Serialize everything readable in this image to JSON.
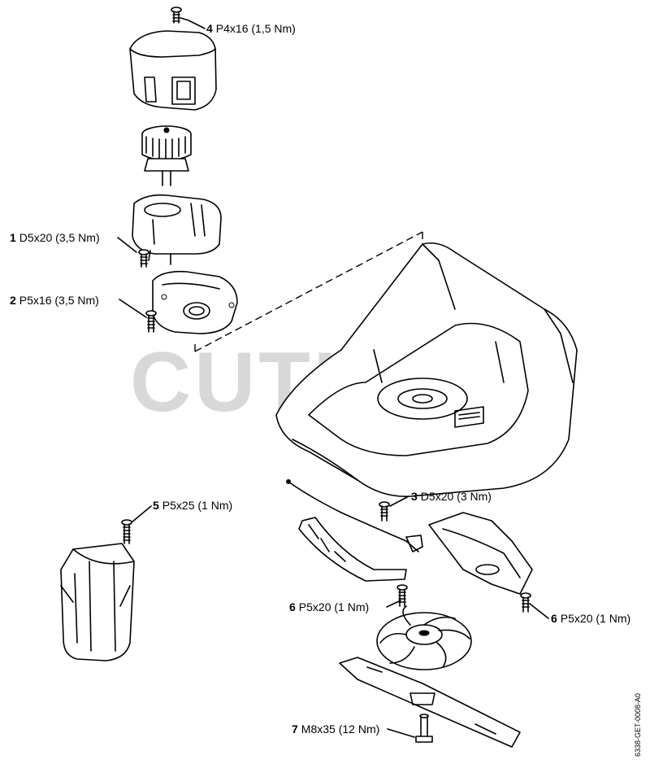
{
  "watermark": {
    "text": "CUTLERY"
  },
  "callouts": [
    {
      "num": "4",
      "text": "P4x16 (1,5 Nm)"
    },
    {
      "num": "1",
      "text": "D5x20 (3,5 Nm)"
    },
    {
      "num": "2",
      "text": "P5x16 (3,5 Nm)"
    },
    {
      "num": "3",
      "text": "D5x20 (3 Nm)"
    },
    {
      "num": "5",
      "text": "P5x25 (1 Nm)"
    },
    {
      "num": "6",
      "text": "P5x20 (1 Nm)"
    },
    {
      "num": "6",
      "text": "P5x20 (1 Nm)"
    },
    {
      "num": "7",
      "text": "M8x35 (12 Nm)"
    }
  ],
  "doc_ref": "6338-GET-0008-A0",
  "icons": [
    "screw-icon",
    "bolt-icon"
  ]
}
